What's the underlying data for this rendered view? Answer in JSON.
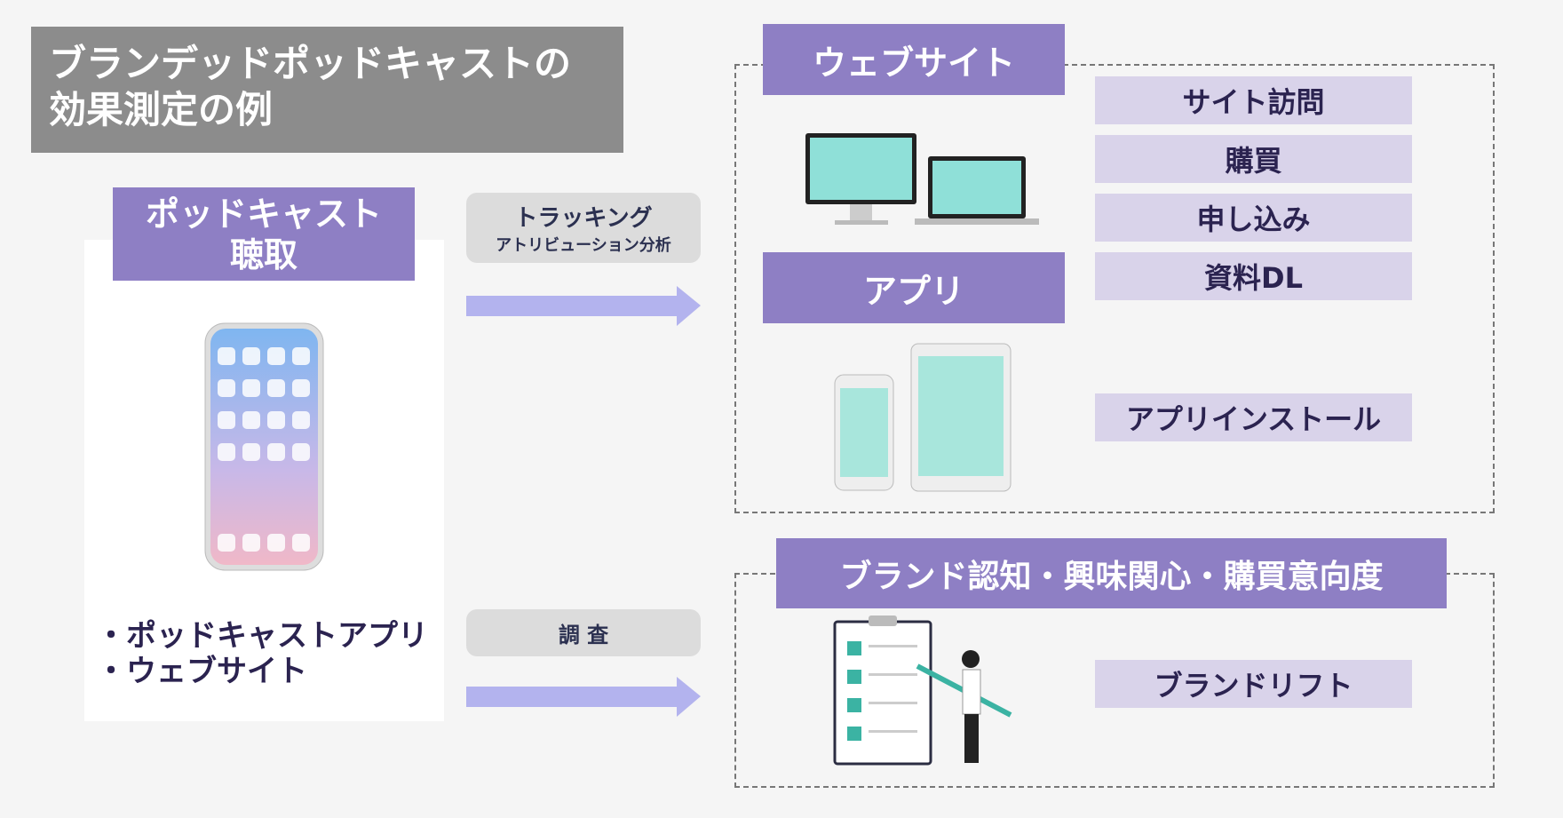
{
  "title": {
    "line1": "ブランデッドポッドキャストの",
    "line2": "効果測定の例"
  },
  "source": {
    "header_line1": "ポッドキャスト",
    "header_line2": "聴取",
    "bullets": [
      "・ポッドキャストアプリ",
      "・ウェブサイト"
    ]
  },
  "flows": {
    "tracking_title": "トラッキング",
    "tracking_sub": "アトリビューション分析",
    "survey": "調 査"
  },
  "website": {
    "header": "ウェブサイト",
    "metrics": [
      "サイト訪問",
      "購買",
      "申し込み",
      "資料DL"
    ]
  },
  "app": {
    "header": "アプリ",
    "metric": "アプリインストール"
  },
  "brand": {
    "header": "ブランド認知・興味関心・購買意向度",
    "metric": "ブランドリフト"
  },
  "colors": {
    "purple": "#8e7fc4",
    "lavender": "#d9d3ea",
    "arrow": "#b3b3ee",
    "gray": "#8c8c8c"
  }
}
